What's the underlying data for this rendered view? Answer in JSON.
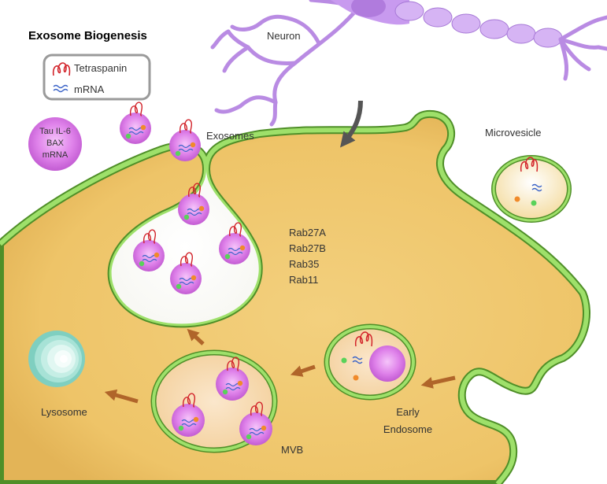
{
  "title": "Exosome Biogenesis",
  "legend": {
    "tetraspanin_label": "Tetraspanin",
    "mrna_label": "mRNA"
  },
  "labels": {
    "neuron": "Neuron",
    "exosomes": "Exosomes",
    "microvesicle": "Microvesicle",
    "lysosome": "Lysosome",
    "mvb": "MVB",
    "early_endosome_line1": "Early",
    "early_endosome_line2": "Endosome"
  },
  "cargo_vesicle": {
    "line1": "Tau IL-6",
    "line2": "BAX",
    "line3": "mRNA"
  },
  "rab_proteins": [
    "Rab27A",
    "Rab27B",
    "Rab35",
    "Rab11"
  ],
  "colors": {
    "membrane_green": "#8fd65a",
    "cytoplasm": "#f0cd74",
    "vesicle_purple": "#d56fe0",
    "neuron_purple": "#c89aef",
    "arrow_brown": "#b0652a",
    "tetraspanin_red": "#d2232a",
    "mrna_blue": "#3b64c8",
    "lysosome_teal": "#9fded4"
  },
  "icons": [
    "tetraspanin-icon",
    "mrna-icon",
    "arrow-icon"
  ]
}
